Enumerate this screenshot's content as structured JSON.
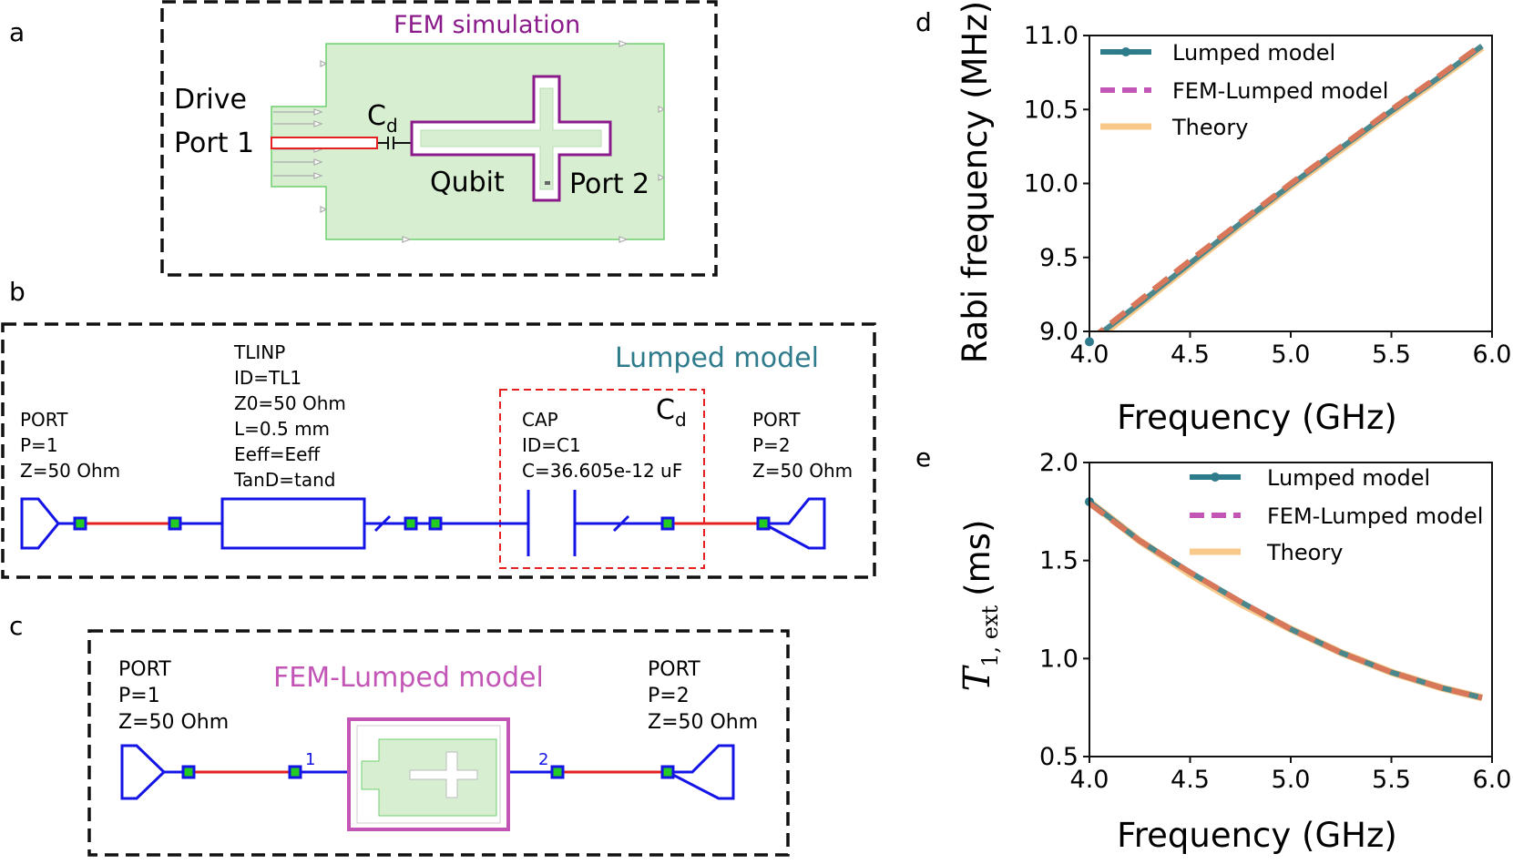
{
  "panels": {
    "a": {
      "letter": "a",
      "title": "FEM simulation",
      "drive_label": "Drive",
      "port1_label": "Port 1",
      "cd_label": "C",
      "cd_sub": "d",
      "qubit_label": "Qubit",
      "port2_label": "Port 2"
    },
    "b": {
      "letter": "b",
      "title": "Lumped model",
      "port1": [
        "PORT",
        "P=1",
        "Z=50 Ohm"
      ],
      "tlinp": [
        "TLINP",
        "ID=TL1",
        "Z0=50 Ohm",
        "L=0.5 mm",
        "Eeff=Eeff",
        "TanD=tand"
      ],
      "cap": [
        "CAP",
        "ID=C1",
        "C=36.605e-12 uF"
      ],
      "cd_label": "C",
      "cd_sub": "d",
      "port2": [
        "PORT",
        "P=2",
        "Z=50 Ohm"
      ]
    },
    "c": {
      "letter": "c",
      "title": "FEM-Lumped model",
      "port1": [
        "PORT",
        "P=1",
        "Z=50 Ohm"
      ],
      "port2": [
        "PORT",
        "P=2",
        "Z=50 Ohm"
      ],
      "node1": "1",
      "node2": "2"
    }
  },
  "colors": {
    "lumped": "#2e7b8c",
    "fem_lumped": "#c255b5",
    "theory": "#f9c98a",
    "overlap": "#d9775a",
    "fem_title": "#8b1b8b",
    "wire_blue": "#1414e6",
    "wire_red": "#e62020",
    "node_green": "#22cc22",
    "green_fill": "#d7efd0",
    "green_edge": "#6fcf6f"
  },
  "chart_data": [
    {
      "letter": "d",
      "type": "line",
      "xlabel": "Frequency (GHz)",
      "ylabel": "Rabi frequency (MHz)",
      "xlim": [
        4.0,
        6.0
      ],
      "ylim": [
        9.0,
        11.0
      ],
      "xticks": [
        "4.0",
        "4.5",
        "5.0",
        "5.5",
        "6.0"
      ],
      "yticks": [
        "9.0",
        "9.5",
        "10.0",
        "10.5",
        "11.0"
      ],
      "legend": "top-left",
      "series": [
        {
          "name": "Lumped model",
          "style": "solid-marker",
          "x": [
            4.0,
            4.25,
            4.5,
            4.75,
            5.0,
            5.25,
            5.5,
            5.75,
            5.95
          ],
          "y": [
            8.93,
            9.19,
            9.46,
            9.73,
            9.99,
            10.24,
            10.49,
            10.73,
            10.93
          ]
        },
        {
          "name": "FEM-Lumped model",
          "style": "dashed",
          "x": [
            4.0,
            4.25,
            4.5,
            4.75,
            5.0,
            5.25,
            5.5,
            5.75,
            5.95
          ],
          "y": [
            8.94,
            9.21,
            9.48,
            9.74,
            10.0,
            10.25,
            10.5,
            10.74,
            10.94
          ]
        },
        {
          "name": "Theory",
          "style": "thick",
          "x": [
            4.0,
            4.25,
            4.5,
            4.75,
            5.0,
            5.25,
            5.5,
            5.75,
            5.95
          ],
          "y": [
            8.91,
            9.18,
            9.45,
            9.72,
            9.98,
            10.23,
            10.48,
            10.72,
            10.92
          ]
        }
      ]
    },
    {
      "letter": "e",
      "type": "line",
      "xlabel": "Frequency (GHz)",
      "ylabel": "T",
      "ylabel_sub": "1, ext",
      "ylabel_unit": "(ms)",
      "xlim": [
        4.0,
        6.0
      ],
      "ylim": [
        0.5,
        2.0
      ],
      "xticks": [
        "4.0",
        "4.5",
        "5.0",
        "5.5",
        "6.0"
      ],
      "yticks": [
        "0.5",
        "1.0",
        "1.5",
        "2.0"
      ],
      "legend": "top-right",
      "series": [
        {
          "name": "Lumped model",
          "style": "solid-marker",
          "x": [
            4.0,
            4.25,
            4.5,
            4.75,
            5.0,
            5.25,
            5.5,
            5.75,
            5.95
          ],
          "y": [
            1.8,
            1.6,
            1.44,
            1.29,
            1.15,
            1.03,
            0.93,
            0.85,
            0.8
          ]
        },
        {
          "name": "FEM-Lumped model",
          "style": "dashed",
          "x": [
            4.0,
            4.25,
            4.5,
            4.75,
            5.0,
            5.25,
            5.5,
            5.75,
            5.95
          ],
          "y": [
            1.79,
            1.6,
            1.44,
            1.29,
            1.15,
            1.03,
            0.93,
            0.85,
            0.8
          ]
        },
        {
          "name": "Theory",
          "style": "thick",
          "x": [
            4.0,
            4.25,
            4.5,
            4.75,
            5.0,
            5.25,
            5.5,
            5.75,
            5.95
          ],
          "y": [
            1.8,
            1.6,
            1.43,
            1.28,
            1.15,
            1.03,
            0.93,
            0.85,
            0.8
          ]
        }
      ]
    }
  ]
}
